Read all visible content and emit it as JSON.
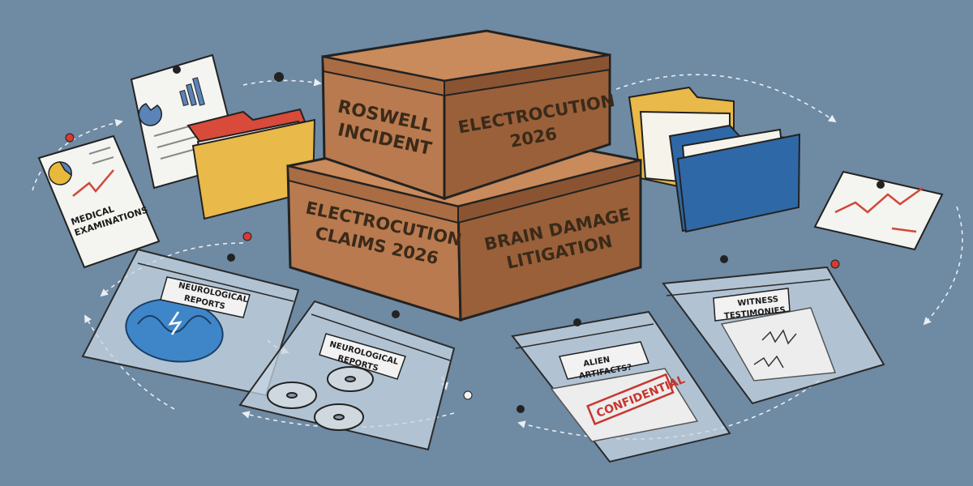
{
  "boxes": {
    "top_left_label": "ROSWELL\nINCIDENT",
    "top_right_label": "ELECTROCUTION\n2026",
    "bottom_left_label": "ELECTROCUTION\nCLAIMS 2026",
    "bottom_right_label": "BRAIN DAMAGE\nLITIGATION"
  },
  "documents": {
    "medical_label": "MEDICAL\nEXAMINATIONS"
  },
  "bags": {
    "brain_bag_label": "NEUROLOGICAL\nREPORTS",
    "disc_bag_label": "NEUROLOGICAL\nREPORTS",
    "artifact_bag_label": "ALIEN\nARTIFACTS?",
    "artifact_stamp": "CONFIDENTIAL",
    "witness_bag_label": "WITNESS\nTESTIMONIES"
  },
  "colors": {
    "background": "#6f8aa3",
    "box_front": "#b97a4f",
    "box_side": "#9a6039",
    "box_top": "#c98a5c",
    "folder_yellow": "#e9b949",
    "folder_blue": "#2f68a6",
    "folder_red": "#d84a3a",
    "stamp_red": "#c8362e"
  }
}
